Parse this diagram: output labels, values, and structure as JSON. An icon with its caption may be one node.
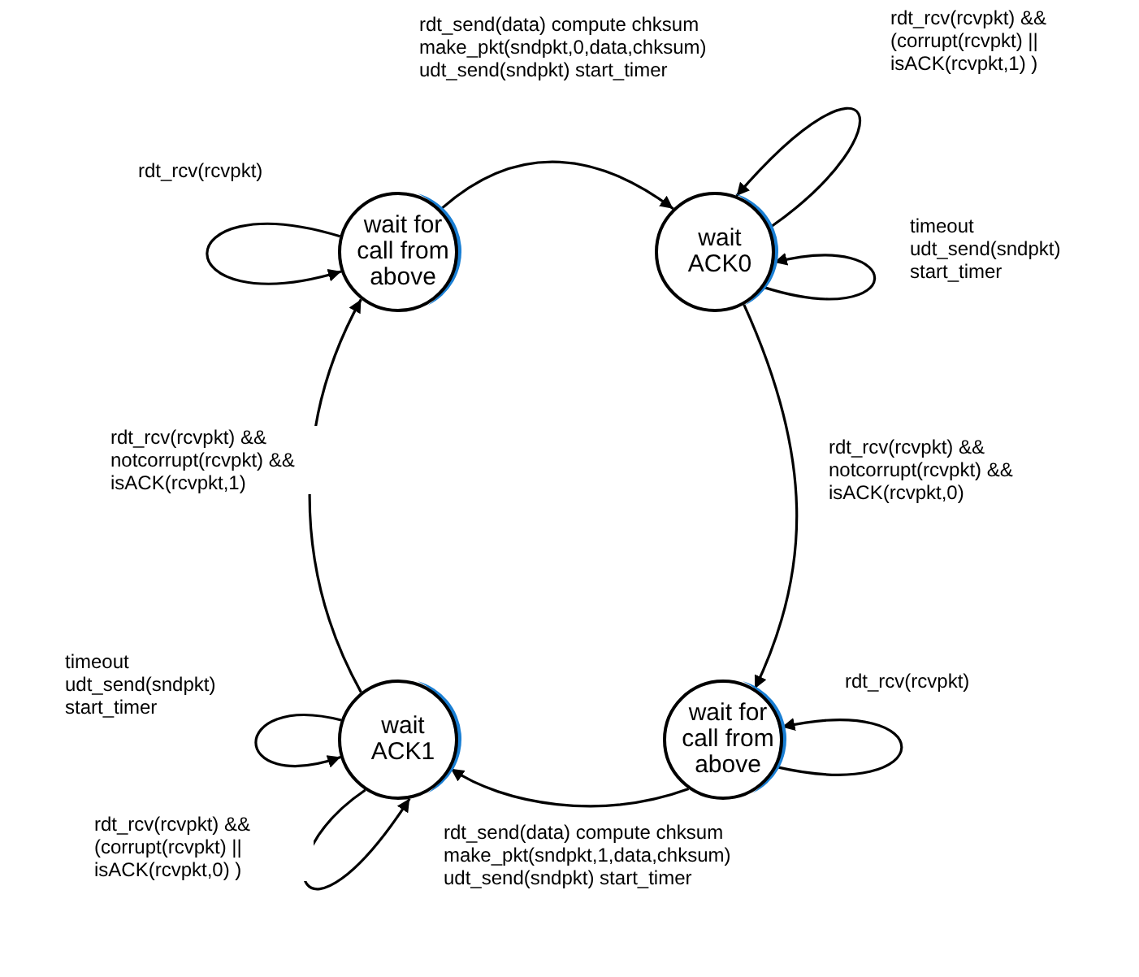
{
  "diagram": {
    "nodes": [
      {
        "text": [
          "wait for call from above"
        ]
      },
      {
        "text": [
          "wait ACK0"
        ]
      },
      {
        "text": [
          "wait for call from above"
        ]
      },
      {
        "text": [
          "wait ACK1"
        ]
      }
    ],
    "edges": [
      {
        "from": 0,
        "to": 0,
        "arrow": "to",
        "label": "rdt_rcv(rcvpkt)"
      },
      {
        "from": 0,
        "to": 1,
        "arrow": "to",
        "label": "rdt_send(data) compute chksum make_pkt(sndpkt,0,data,chksum) udt_send(sndpkt) start_timer"
      },
      {
        "from": 1,
        "to": 1,
        "arrow": "to",
        "label": "rdt_rcv(rcvpkt) && (corrupt(rcvpkt) || isACK(rcvpkt,1) )"
      },
      {
        "from": 1,
        "to": 1,
        "arrow": "to",
        "label": "timeout udt_send(sndpkt) start_timer"
      },
      {
        "from": 1,
        "to": 2,
        "arrow": "to",
        "label": "rdt_rcv(rcvpkt) && notcorrupt(rcvpkt) && isACK(rcvpkt,0)"
      },
      {
        "from": 2,
        "to": 2,
        "arrow": "to",
        "label": "rdt_rcv(rcvpkt)"
      },
      {
        "from": 2,
        "to": 3,
        "arrow": "to",
        "label": "rdt_send(data) compute chksum make_pkt(sndpkt,1,data,chksum) udt_send(sndpkt) start_timer"
      },
      {
        "from": 3,
        "to": 3,
        "arrow": "to",
        "label": "timeout udt_send(sndpkt) start_timer"
      },
      {
        "from": 3,
        "to": 3,
        "arrow": "to",
        "label": "rdt_rcv(rcvpkt) && (corrupt(rcvpkt) || isACK(rcvpkt,0) )"
      },
      {
        "from": 3,
        "to": 0,
        "arrow": "to",
        "label": "rdt_rcv(rcvpkt) && notcorrupt(rcvpkt) && isACK(rcvpkt,1)"
      }
    ]
  }
}
